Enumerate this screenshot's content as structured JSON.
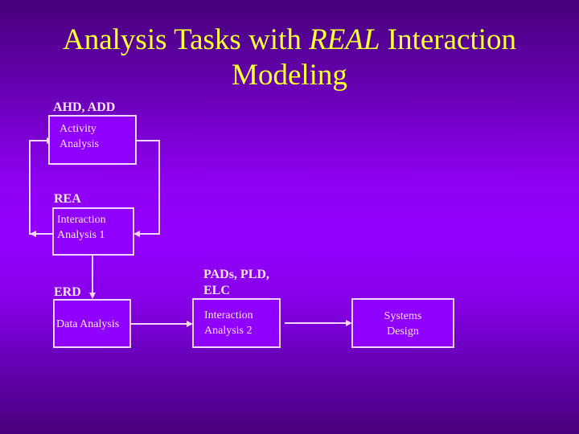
{
  "title": {
    "line1_pre": "Analysis Tasks with ",
    "line1_em": "REAL",
    "line1_post": " Interaction",
    "line2": "Modeling"
  },
  "nodes": {
    "activity": {
      "label": "AHD, ADD",
      "text1": "Activity",
      "text2": "Analysis"
    },
    "interaction1": {
      "label": "REA",
      "text1": "Interaction",
      "text2": "Analysis 1"
    },
    "data": {
      "label": "ERD",
      "text1": "Data Analysis"
    },
    "interaction2": {
      "label1": "PADs, PLD,",
      "label2": "ELC",
      "text1": "Interaction",
      "text2": "Analysis 2"
    },
    "systems": {
      "text1": "Systems",
      "text2": "Design"
    }
  },
  "colors": {
    "title": "#ffff33",
    "line": "#ffd6ff",
    "box_fill": "#9000ff",
    "bg_top": "#46007a",
    "bg_mid": "#9400ff"
  }
}
